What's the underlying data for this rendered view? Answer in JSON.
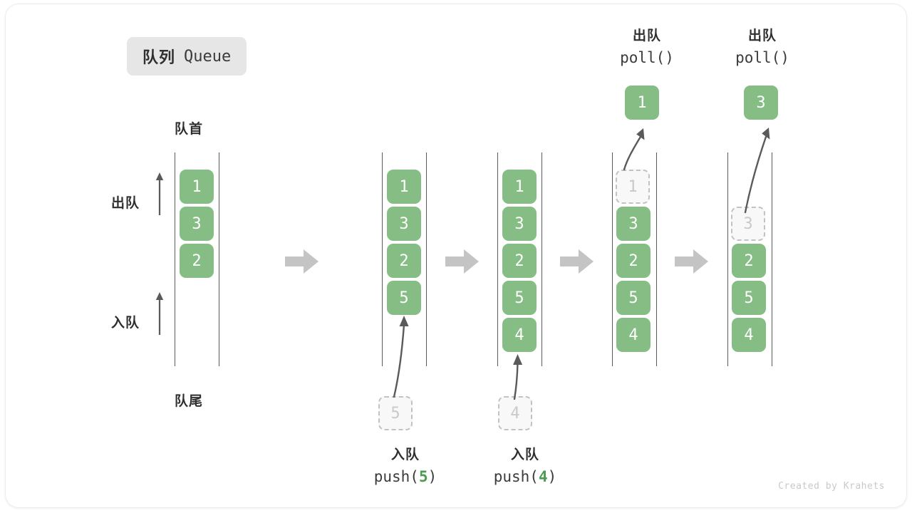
{
  "title": {
    "cn": "队列",
    "en": "Queue"
  },
  "labels": {
    "head": "队首",
    "tail": "队尾",
    "dequeue": "出队",
    "enqueue": "入队"
  },
  "watermark": "Created by Krahets",
  "colors": {
    "element_fill": "#85bd85",
    "element_text": "#ffffff",
    "ghost_fill": "#f8f8f8",
    "ghost_border": "#c2c2c2",
    "ghost_text": "#c9c9c9",
    "rail": "#5a5a5a",
    "step_arrow": "#c4c4c4",
    "accent_number": "#4e9a51",
    "chip_bg": "#e6e6e6",
    "text": "#2f2f2f"
  },
  "stages": [
    {
      "id": "initial",
      "name": "initial-queue",
      "items": [
        "1",
        "3",
        "2"
      ],
      "ghost_index": null,
      "top_label": null,
      "bottom_label": null,
      "incoming": null,
      "outgoing": null
    },
    {
      "id": "push5",
      "name": "after-push-5",
      "items": [
        "1",
        "3",
        "2",
        "5"
      ],
      "ghost_index": null,
      "top_label": null,
      "bottom_label": {
        "cn": "入队",
        "fn": "push(",
        "arg": "5",
        "close": ")"
      },
      "incoming": "5",
      "outgoing": null
    },
    {
      "id": "push4",
      "name": "after-push-4",
      "items": [
        "1",
        "3",
        "2",
        "5",
        "4"
      ],
      "ghost_index": null,
      "top_label": null,
      "bottom_label": {
        "cn": "入队",
        "fn": "push(",
        "arg": "4",
        "close": ")"
      },
      "incoming": "4",
      "outgoing": null
    },
    {
      "id": "poll1",
      "name": "after-poll-1",
      "items": [
        "1",
        "3",
        "2",
        "5",
        "4"
      ],
      "ghost_index": 0,
      "top_label": {
        "cn": "出队",
        "fn": "poll()"
      },
      "bottom_label": null,
      "incoming": null,
      "outgoing": "1"
    },
    {
      "id": "poll3",
      "name": "after-poll-3",
      "items": [
        "3",
        "2",
        "5",
        "4"
      ],
      "ghost_index": 0,
      "ghost_row": 1,
      "top_label": {
        "cn": "出队",
        "fn": "poll()"
      },
      "bottom_label": null,
      "incoming": null,
      "outgoing": "3"
    }
  ],
  "step_arrows": [
    {
      "name": "step-arrow-1"
    },
    {
      "name": "step-arrow-2"
    },
    {
      "name": "step-arrow-3"
    },
    {
      "name": "step-arrow-4"
    }
  ]
}
